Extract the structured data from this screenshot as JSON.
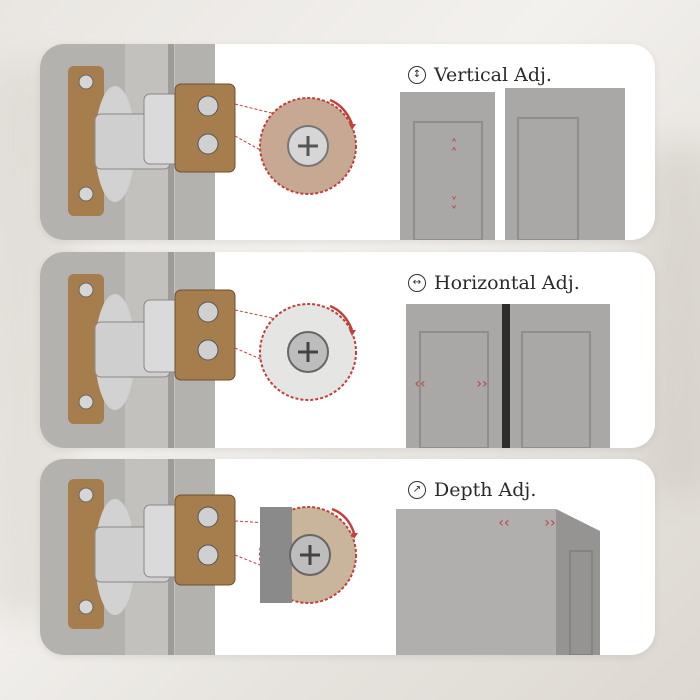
{
  "panels": [
    {
      "label": "Vertical Adj.",
      "icon": "vertical-adjust-icon",
      "glyph": "↕"
    },
    {
      "label": "Horizontal Adj.",
      "icon": "horizontal-adjust-icon",
      "glyph": "↔"
    },
    {
      "label": "Depth Adj.",
      "icon": "depth-adjust-icon",
      "glyph": "↗"
    }
  ],
  "colors": {
    "accent_red": "#c0403c",
    "door_gray": "#a9a8a6",
    "frame_gray": "#b5b4b1",
    "hinge_bronze": "#a67e4e",
    "hinge_steel": "#c9c9c9"
  }
}
